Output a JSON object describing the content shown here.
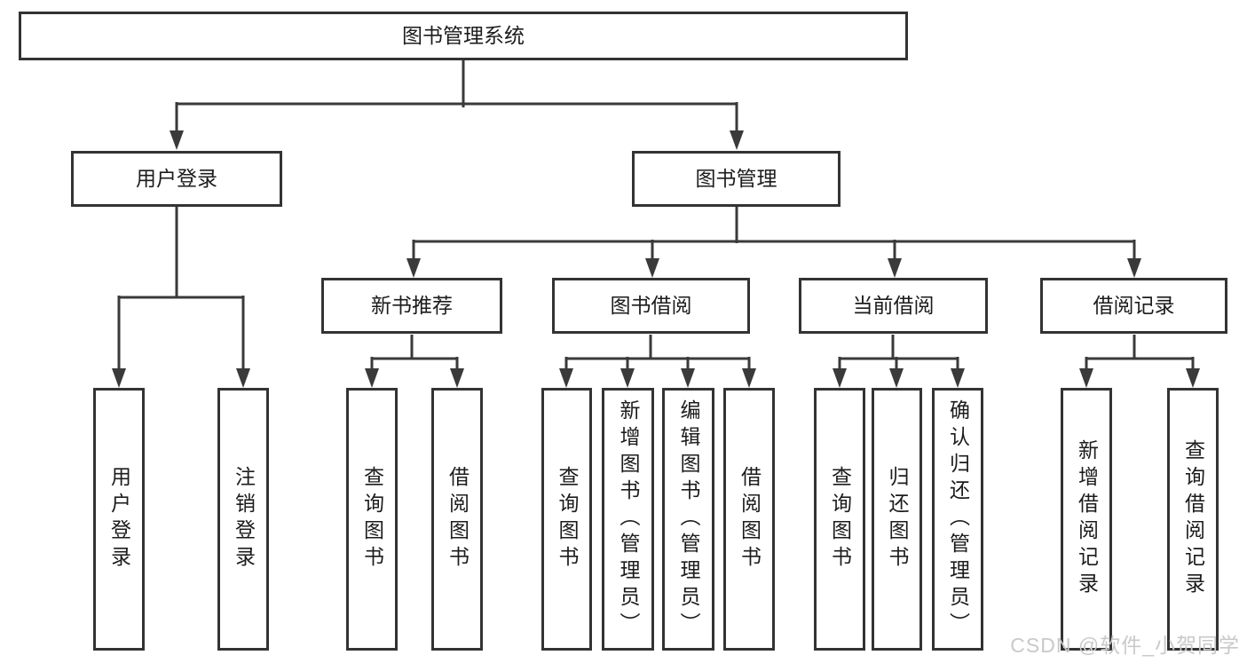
{
  "diagram": {
    "root": "图书管理系统",
    "branches": [
      {
        "label": "用户登录",
        "children": [
          "用户登录",
          "注销登录"
        ]
      },
      {
        "label": "图书管理",
        "sections": [
          {
            "label": "新书推荐",
            "children": [
              "查询图书",
              "借阅图书"
            ]
          },
          {
            "label": "图书借阅",
            "children": [
              "查询图书",
              "新增图书（管理员）",
              "编辑图书（管理员）",
              "借阅图书"
            ]
          },
          {
            "label": "当前借阅",
            "children": [
              "查询图书",
              "归还图书",
              "确认归还（管理员）"
            ]
          },
          {
            "label": "借阅记录",
            "children": [
              "新增借阅记录",
              "查询借阅记录"
            ]
          }
        ]
      }
    ]
  },
  "watermark": "CSDN @软件_小贺同学",
  "colors": {
    "line": "#3a3a3a",
    "box_border": "#333333",
    "text": "#1c1c1c",
    "watermark": "#c9c9c9",
    "background": "#ffffff"
  }
}
